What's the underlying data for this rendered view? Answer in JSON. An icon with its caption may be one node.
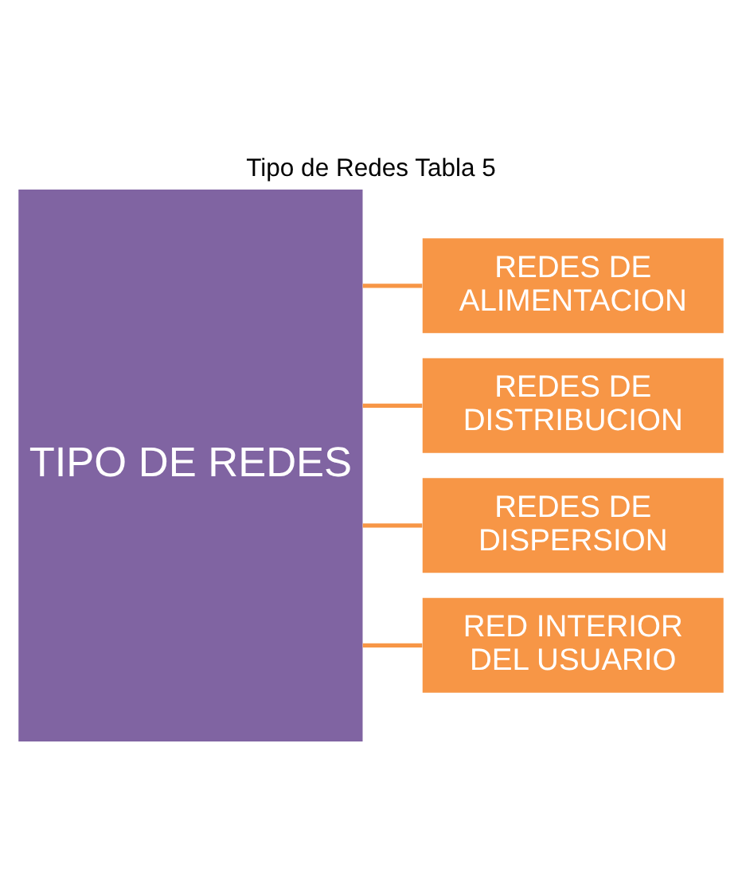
{
  "diagram": {
    "title": "Tipo de Redes Tabla 5",
    "nodes": [
      {
        "text": [
          "TIPO DE REDES"
        ]
      },
      {
        "text": [
          "REDES DE ALIMENTACION"
        ]
      },
      {
        "text": [
          "REDES DE DISTRIBUCION"
        ]
      },
      {
        "text": [
          "REDES DE DISPERSION"
        ]
      },
      {
        "text": [
          "RED INTERIOR DEL USUARIO"
        ]
      }
    ],
    "edges": [
      {
        "from": 0,
        "to": 1,
        "arrow": "none"
      },
      {
        "from": 0,
        "to": 2,
        "arrow": "none"
      },
      {
        "from": 0,
        "to": 3,
        "arrow": "none"
      },
      {
        "from": 0,
        "to": 4,
        "arrow": "none"
      }
    ]
  }
}
